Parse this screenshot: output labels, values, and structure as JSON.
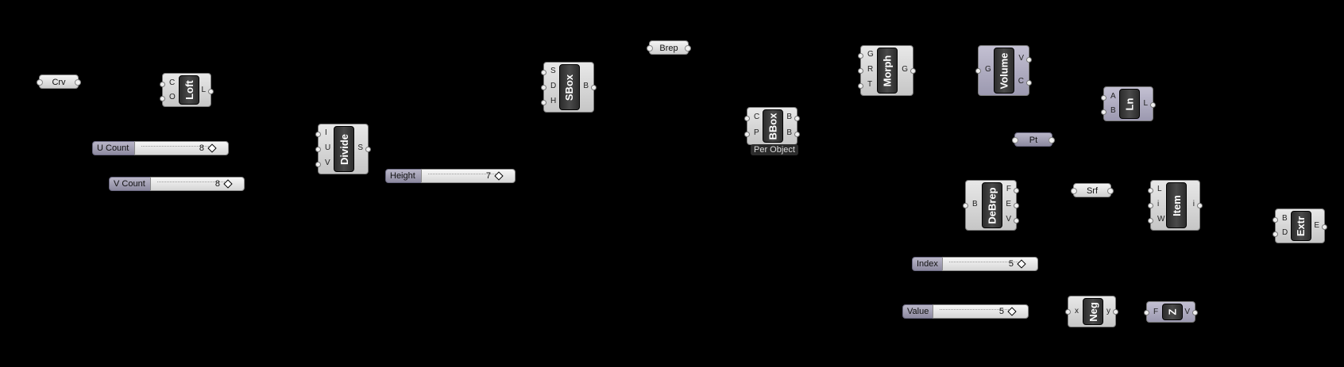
{
  "params": {
    "crv": "Crv",
    "brep": "Brep",
    "pt": "Pt",
    "srf": "Srf"
  },
  "sliders": {
    "u_count": {
      "label": "U Count",
      "value": "8"
    },
    "v_count": {
      "label": "V Count",
      "value": "8"
    },
    "height": {
      "label": "Height",
      "value": "7"
    },
    "index": {
      "label": "Index",
      "value": "5"
    },
    "value": {
      "label": "Value",
      "value": "5"
    }
  },
  "components": {
    "loft": {
      "name": "Loft",
      "inputs": [
        "C",
        "O"
      ],
      "outputs": [
        "L"
      ]
    },
    "divide": {
      "name": "Divide",
      "inputs": [
        "I",
        "U",
        "V"
      ],
      "outputs": [
        "S"
      ]
    },
    "sbox": {
      "name": "SBox",
      "inputs": [
        "S",
        "D",
        "H"
      ],
      "outputs": [
        "B"
      ]
    },
    "bbox": {
      "name": "BBox",
      "inputs": [
        "C",
        "P"
      ],
      "outputs": [
        "B",
        "B"
      ],
      "tag": "Per Object"
    },
    "morph": {
      "name": "Morph",
      "inputs": [
        "G",
        "R",
        "T"
      ],
      "outputs": [
        "G"
      ]
    },
    "volume": {
      "name": "Volume",
      "inputs": [
        "G"
      ],
      "outputs": [
        "V",
        "C"
      ]
    },
    "ln": {
      "name": "Ln",
      "inputs": [
        "A",
        "B"
      ],
      "outputs": [
        "L"
      ]
    },
    "debrep": {
      "name": "DeBrep",
      "inputs": [
        "B"
      ],
      "outputs": [
        "F",
        "E",
        "V"
      ]
    },
    "item": {
      "name": "Item",
      "inputs": [
        "L",
        "i",
        "W"
      ],
      "outputs": [
        "i"
      ]
    },
    "extr": {
      "name": "Extr",
      "inputs": [
        "B",
        "D"
      ],
      "outputs": [
        "E"
      ]
    },
    "neg": {
      "name": "Neg",
      "inputs": [
        "x"
      ],
      "outputs": [
        "y"
      ]
    },
    "z": {
      "name": "Z",
      "inputs": [
        "F"
      ],
      "outputs": [
        "V"
      ]
    }
  }
}
